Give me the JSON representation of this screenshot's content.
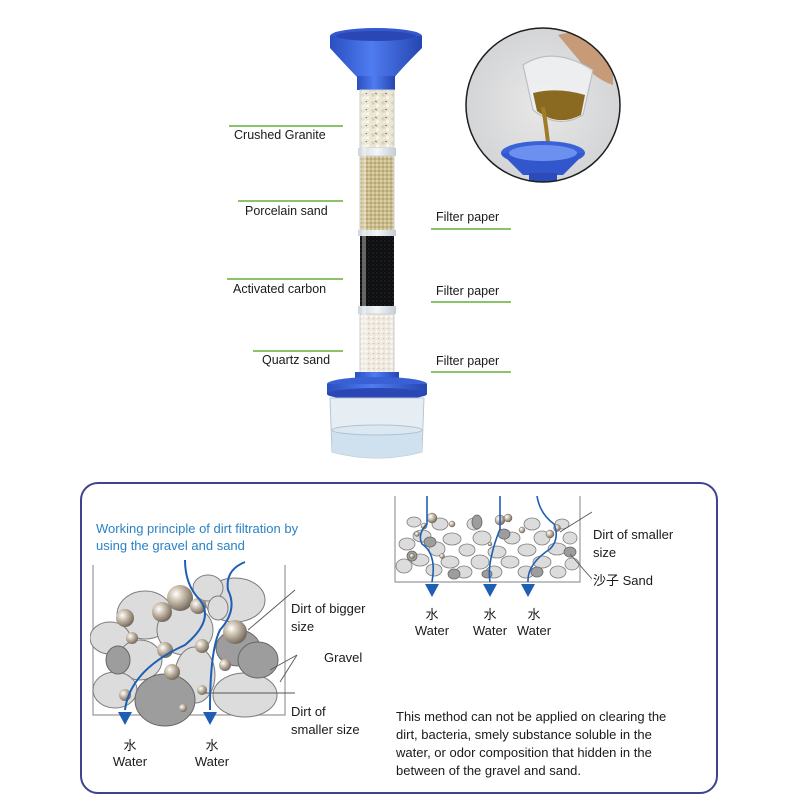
{
  "product": {
    "layers": [
      {
        "label": "Crushed Granite"
      },
      {
        "label": "Porcelain sand"
      },
      {
        "label": "Activated carbon"
      },
      {
        "label": "Quartz sand"
      }
    ],
    "separators": [
      {
        "label": "Filter paper"
      },
      {
        "label": "Filter paper"
      },
      {
        "label": "Filter paper"
      }
    ],
    "colors": {
      "funnel_blue": "#3b62d6",
      "label_underline": "#8cc36a"
    }
  },
  "inset_photo": {
    "description": "Hand pouring muddy water from beaker into blue funnel"
  },
  "principle_box": {
    "title": "Working principle of dirt filtration by using the gravel and sand",
    "title_line1": "Working principle of dirt filtration by",
    "title_line2": "using the gravel and sand",
    "gravel_diagram": {
      "labels": {
        "dirt_bigger_1": "Dirt of bigger",
        "dirt_bigger_2": "size",
        "gravel": "Gravel",
        "dirt_smaller_1": "Dirt of",
        "dirt_smaller_2": "smaller size"
      },
      "outputs": [
        {
          "cn": "水",
          "en": "Water"
        },
        {
          "cn": "水",
          "en": "Water"
        }
      ]
    },
    "sand_diagram": {
      "labels": {
        "dirt_smaller_1": "Dirt of smaller",
        "dirt_smaller_2": "size",
        "sand": "沙子 Sand"
      },
      "outputs": [
        {
          "cn": "水",
          "en": "Water"
        },
        {
          "cn": "水",
          "en": "Water"
        },
        {
          "cn": "水",
          "en": "Water"
        }
      ]
    },
    "note_lines": [
      "This method can not be applied on clearing the",
      "dirt, bacteria, smely substance soluble in the",
      "water, or odor composition that hidden in the",
      "between of the gravel and sand."
    ],
    "colors": {
      "border": "#3d438f",
      "title": "#2a82c4",
      "water_line": "#1f5fb3"
    }
  }
}
